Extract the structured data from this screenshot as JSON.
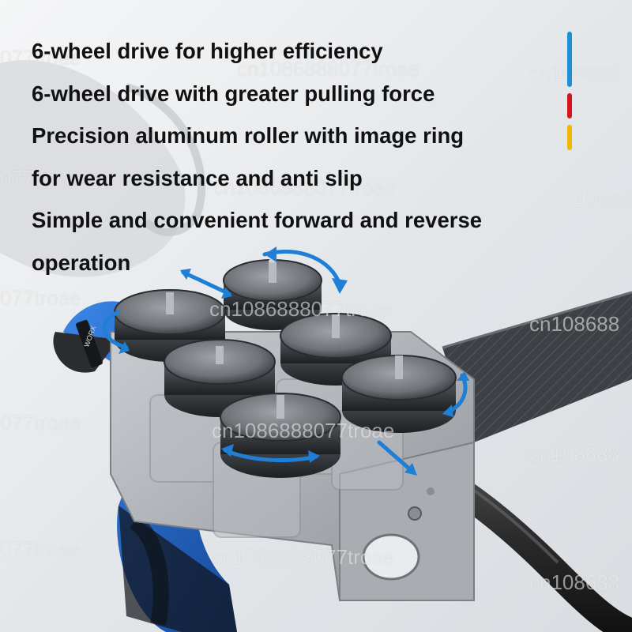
{
  "headline": {
    "lines": [
      "6-wheel drive for higher efficiency",
      "6-wheel drive with greater pulling force",
      "Precision aluminum roller with image ring",
      "for wear resistance and anti slip",
      "Simple and convenient forward and reverse",
      "operation"
    ]
  },
  "watermark": {
    "text_full": "cn1086888077troae",
    "text_right": "cn108688",
    "text_left": "077troae"
  },
  "colors": {
    "accent_blue": "#1d8fd8",
    "accent_red": "#d4141e",
    "accent_yellow": "#f2b705",
    "tool_blue": "#1f63c9",
    "arrow_blue": "#1f7fd6",
    "metal_gray": "#9a9da2",
    "roller_dark": "#3a3d42"
  },
  "product": {
    "image_subject": "6-wheel cable puller attachment on a blue power drill with direction arrows",
    "brand_label": "WORX"
  }
}
